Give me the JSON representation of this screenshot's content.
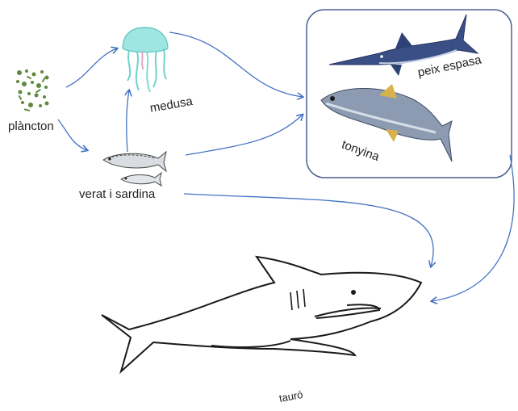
{
  "nodes": {
    "plancton": "plàncton",
    "medusa": "medusa",
    "verat": "verat i sardina",
    "peix_espasa": "peix espasa",
    "tonyina": "tonyina",
    "tauro": "tauró"
  },
  "colors": {
    "arrow": "#4472c4",
    "box_border": "#4a6190",
    "jelly": "#7fdcd8",
    "plankton": "#5f8a3c",
    "swordfish": "#3a4f86",
    "tuna_body": "#7f8fa8",
    "tuna_fin": "#d7b24a",
    "shark_line": "#1a1a1a"
  },
  "icons": [
    "plankton-icon",
    "jellyfish-icon",
    "small-fish-icon",
    "swordfish-icon",
    "tuna-icon",
    "shark-icon"
  ]
}
